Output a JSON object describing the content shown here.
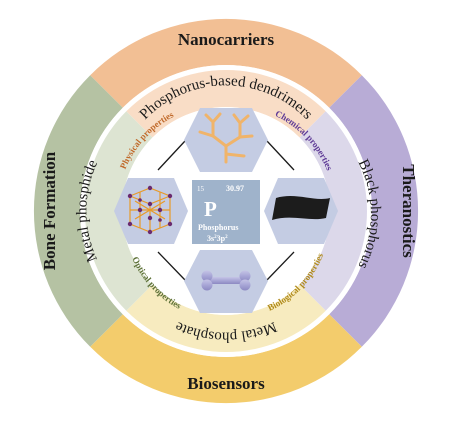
{
  "outer_ring": {
    "top": "Nanocarriers",
    "right": "Theranostics",
    "bottom": "Biosensors",
    "left": "Bone Formation"
  },
  "middle_ring": {
    "top": "Phosphorus-based dendrimers",
    "right": "Black phosphorus",
    "bottom": "Metal phosphate",
    "left": "Metal phosphide"
  },
  "properties": {
    "top_left": "Physical properties",
    "top_right": "Chemical properties",
    "bottom_left": "Optical properties",
    "bottom_right": "Biological properties"
  },
  "element_tile": {
    "atomic_number": "15",
    "atomic_mass": "30.97",
    "symbol": "P",
    "name": "Phosphorus",
    "configuration_base": "3s",
    "configuration_exp1": "2",
    "configuration_mid": "3p",
    "configuration_exp2": "2"
  },
  "colors": {
    "nanocarriers": "#f2bf94",
    "theranostics": "#b8acd6",
    "biosensors": "#f3cc6c",
    "bone_formation": "#b5c2a3",
    "middle_top": "#f9ddc6",
    "middle_right": "#dcd8ea",
    "middle_bottom": "#f7ebbf",
    "middle_left": "#dde4d2",
    "hexagon": "#c4cce3",
    "tile": "#9fb3cb",
    "physical": "#c0692a",
    "chemical": "#5e3a96",
    "optical": "#5c7036",
    "biological": "#b08a1a"
  }
}
